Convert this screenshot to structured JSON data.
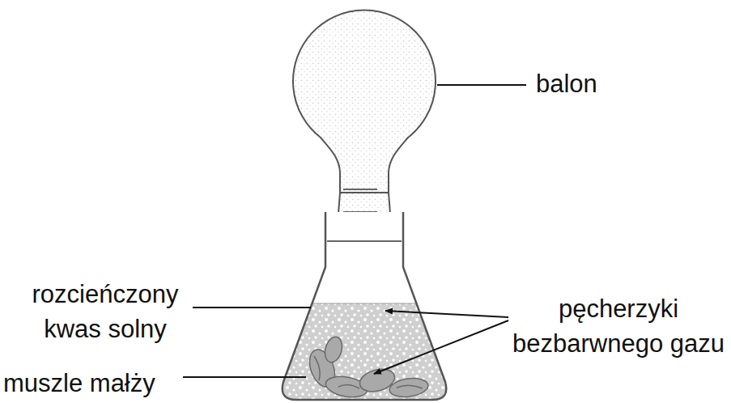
{
  "diagram": {
    "labels": [
      "balon",
      "rozcieńczony kwas solny",
      "pęcherzyki bezbarwnego gazu",
      "muszle małży"
    ]
  }
}
